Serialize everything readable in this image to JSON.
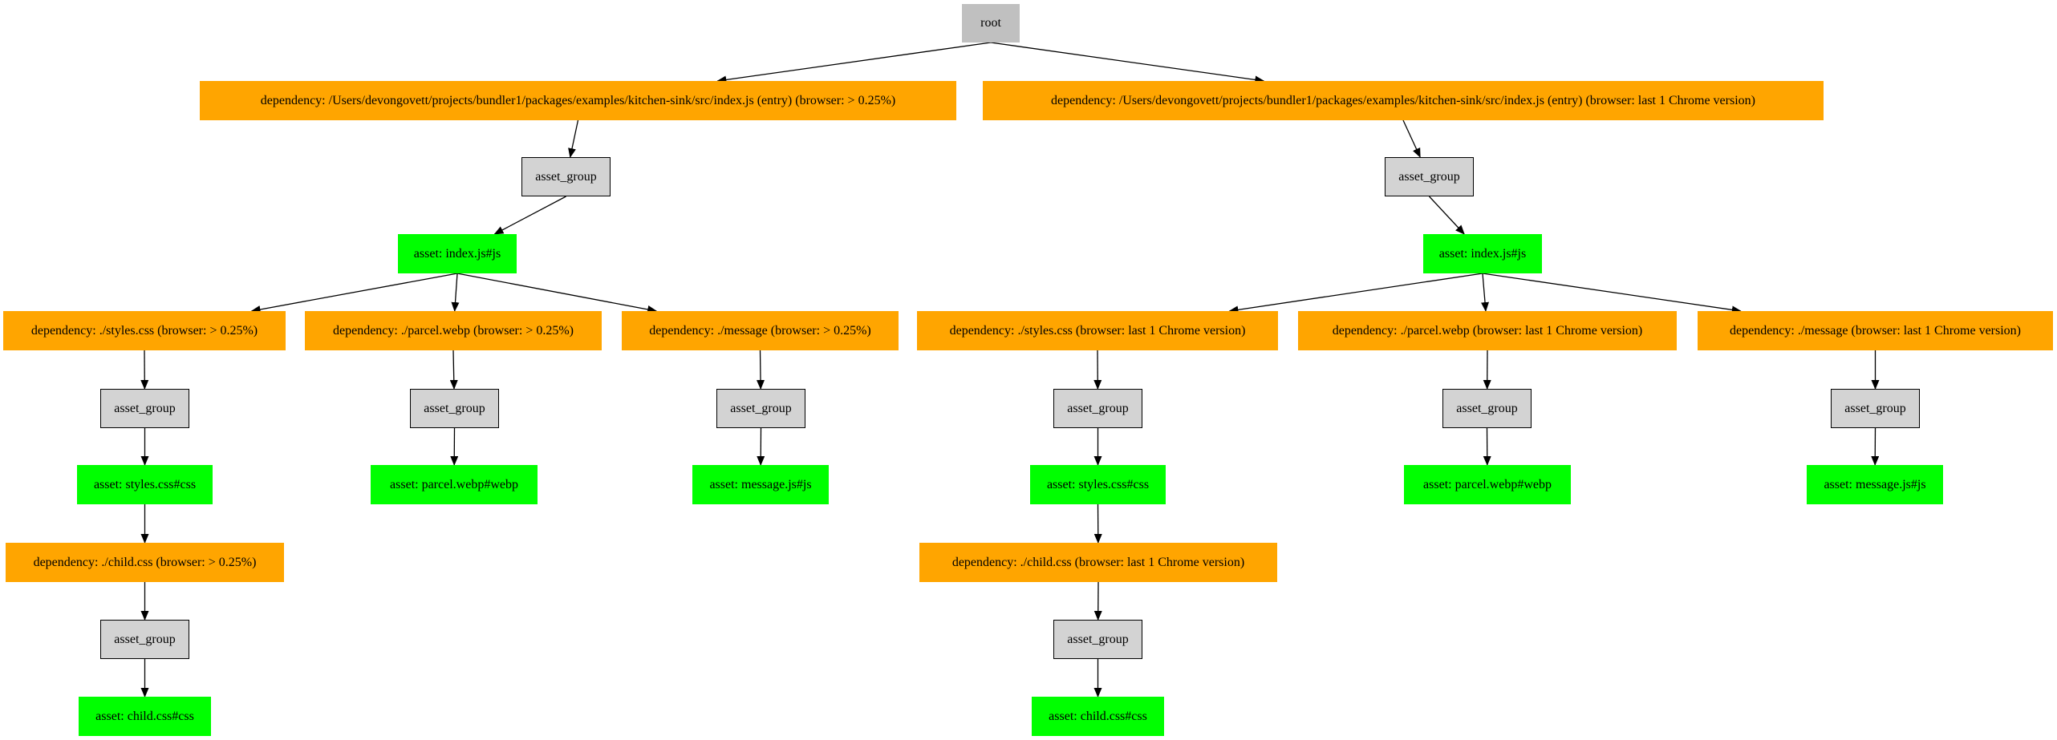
{
  "colors": {
    "root": "#c0c0c0",
    "dependency": "#ffa500",
    "asset_group": "#d3d3d3",
    "asset": "#00ff00",
    "edge": "#000000"
  },
  "nodes": {
    "root": {
      "label": "root",
      "kind": "root"
    },
    "dep_entry_a": {
      "label": "dependency: /Users/devongovett/projects/bundler1/packages/examples/kitchen-sink/src/index.js (entry) (browser: > 0.25%)",
      "kind": "dependency"
    },
    "dep_entry_b": {
      "label": "dependency: /Users/devongovett/projects/bundler1/packages/examples/kitchen-sink/src/index.js (entry) (browser: last 1 Chrome version)",
      "kind": "dependency"
    },
    "ag_a1": {
      "label": "asset_group",
      "kind": "asset_group"
    },
    "ag_b1": {
      "label": "asset_group",
      "kind": "asset_group"
    },
    "asset_index_a": {
      "label": "asset: index.js#js",
      "kind": "asset"
    },
    "asset_index_b": {
      "label": "asset: index.js#js",
      "kind": "asset"
    },
    "dep_styles_a": {
      "label": "dependency: ./styles.css (browser: > 0.25%)",
      "kind": "dependency"
    },
    "dep_webp_a": {
      "label": "dependency: ./parcel.webp (browser: > 0.25%)",
      "kind": "dependency"
    },
    "dep_message_a": {
      "label": "dependency: ./message (browser: > 0.25%)",
      "kind": "dependency"
    },
    "dep_styles_b": {
      "label": "dependency: ./styles.css (browser: last 1 Chrome version)",
      "kind": "dependency"
    },
    "dep_webp_b": {
      "label": "dependency: ./parcel.webp (browser: last 1 Chrome version)",
      "kind": "dependency"
    },
    "dep_message_b": {
      "label": "dependency: ./message (browser: last 1 Chrome version)",
      "kind": "dependency"
    },
    "ag_styles_a": {
      "label": "asset_group",
      "kind": "asset_group"
    },
    "ag_webp_a": {
      "label": "asset_group",
      "kind": "asset_group"
    },
    "ag_message_a": {
      "label": "asset_group",
      "kind": "asset_group"
    },
    "ag_styles_b": {
      "label": "asset_group",
      "kind": "asset_group"
    },
    "ag_webp_b": {
      "label": "asset_group",
      "kind": "asset_group"
    },
    "ag_message_b": {
      "label": "asset_group",
      "kind": "asset_group"
    },
    "asset_styles_a": {
      "label": "asset: styles.css#css",
      "kind": "asset"
    },
    "asset_webp_a": {
      "label": "asset: parcel.webp#webp",
      "kind": "asset"
    },
    "asset_message_a": {
      "label": "asset: message.js#js",
      "kind": "asset"
    },
    "asset_styles_b": {
      "label": "asset: styles.css#css",
      "kind": "asset"
    },
    "asset_webp_b": {
      "label": "asset: parcel.webp#webp",
      "kind": "asset"
    },
    "asset_message_b": {
      "label": "asset: message.js#js",
      "kind": "asset"
    },
    "dep_child_a": {
      "label": "dependency: ./child.css (browser: > 0.25%)",
      "kind": "dependency"
    },
    "dep_child_b": {
      "label": "dependency: ./child.css (browser: last 1 Chrome version)",
      "kind": "dependency"
    },
    "ag_child_a": {
      "label": "asset_group",
      "kind": "asset_group"
    },
    "ag_child_b": {
      "label": "asset_group",
      "kind": "asset_group"
    },
    "asset_child_a": {
      "label": "asset: child.css#css",
      "kind": "asset"
    },
    "asset_child_b": {
      "label": "asset: child.css#css",
      "kind": "asset"
    }
  },
  "edges": [
    [
      "root",
      "dep_entry_a"
    ],
    [
      "root",
      "dep_entry_b"
    ],
    [
      "dep_entry_a",
      "ag_a1"
    ],
    [
      "dep_entry_b",
      "ag_b1"
    ],
    [
      "ag_a1",
      "asset_index_a"
    ],
    [
      "ag_b1",
      "asset_index_b"
    ],
    [
      "asset_index_a",
      "dep_styles_a"
    ],
    [
      "asset_index_a",
      "dep_webp_a"
    ],
    [
      "asset_index_a",
      "dep_message_a"
    ],
    [
      "asset_index_b",
      "dep_styles_b"
    ],
    [
      "asset_index_b",
      "dep_webp_b"
    ],
    [
      "asset_index_b",
      "dep_message_b"
    ],
    [
      "dep_styles_a",
      "ag_styles_a"
    ],
    [
      "dep_webp_a",
      "ag_webp_a"
    ],
    [
      "dep_message_a",
      "ag_message_a"
    ],
    [
      "dep_styles_b",
      "ag_styles_b"
    ],
    [
      "dep_webp_b",
      "ag_webp_b"
    ],
    [
      "dep_message_b",
      "ag_message_b"
    ],
    [
      "ag_styles_a",
      "asset_styles_a"
    ],
    [
      "ag_webp_a",
      "asset_webp_a"
    ],
    [
      "ag_message_a",
      "asset_message_a"
    ],
    [
      "ag_styles_b",
      "asset_styles_b"
    ],
    [
      "ag_webp_b",
      "asset_webp_b"
    ],
    [
      "ag_message_b",
      "asset_message_b"
    ],
    [
      "asset_styles_a",
      "dep_child_a"
    ],
    [
      "asset_styles_b",
      "dep_child_b"
    ],
    [
      "dep_child_a",
      "ag_child_a"
    ],
    [
      "dep_child_b",
      "ag_child_b"
    ],
    [
      "ag_child_a",
      "asset_child_a"
    ],
    [
      "ag_child_b",
      "asset_child_b"
    ]
  ]
}
